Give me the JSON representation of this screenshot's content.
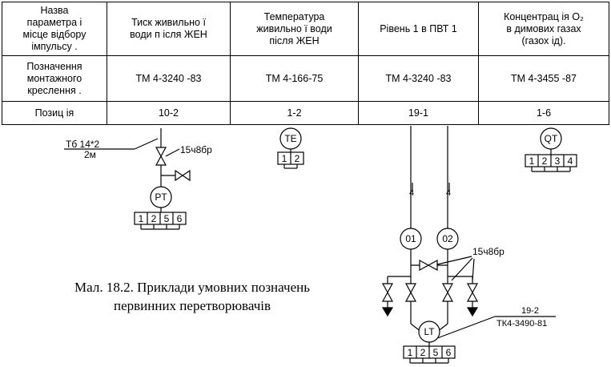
{
  "table": {
    "rows": [
      {
        "name": "param-row",
        "cells": [
          "Назва\nпараметра   і\nмісце відбору\nімпульсу .",
          "Тиск живильно ї\nводи п ісля ЖЕН",
          "Температура\nживильно ї води\nпісля ЖЕН",
          "Рівень  1 в ПВТ 1",
          "Концентрац   ія O₂\nв димових газах\n(газох  ід)."
        ]
      },
      {
        "name": "mount-row",
        "cells": [
          "Позначення\nмонтажного\nкреслення .",
          "ТМ 4-3240 -83",
          "ТМ 4-166-75",
          "ТМ 4-3240 -83",
          "ТМ 4-3455 -87"
        ]
      },
      {
        "name": "position-row",
        "cells": [
          "Позиц ія",
          "10-2",
          "1-2",
          "19-1",
          "1-6"
        ]
      }
    ]
  },
  "diagram": {
    "pt_line_label_top": "Тб 14*2",
    "pt_line_label_bottom": "2м",
    "valve_label": "15ч8бр",
    "pt": {
      "label": "PT",
      "terminals": [
        "1",
        "2",
        "5",
        "6"
      ]
    },
    "te": {
      "label": "TE",
      "terminals": [
        "1",
        "2"
      ]
    },
    "qt": {
      "label": "QT",
      "terminals": [
        "1",
        "2",
        "3",
        "4"
      ]
    },
    "lt": {
      "label": "LT",
      "terminals": [
        "1",
        "2",
        "5",
        "6"
      ]
    },
    "vessel_left": "01",
    "vessel_right": "02",
    "pipe_mark": "4",
    "valve_label_2": "15ч8бр",
    "lt_position": "19-2",
    "lt_drawing": "ТК4-3490-81"
  },
  "caption": "Мал. 18.2. Приклади умовних позначень\nпервинних перетворювачів"
}
